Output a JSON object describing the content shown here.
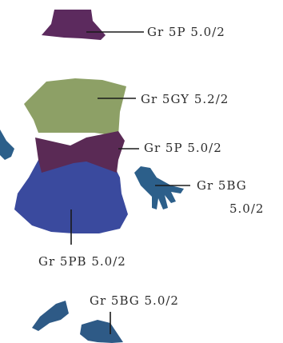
{
  "labels": {
    "hat": "Gr 5P 5.0/2",
    "top": "Gr 5GY 5.2/2",
    "bow": "Gr 5P 5.0/2",
    "glove_line1": "Gr 5BG",
    "glove_line2": "5.0/2",
    "skirt": "Gr 5PB 5.0/2",
    "shoes": "Gr 5BG 5.0/2"
  },
  "colors": {
    "hat": "#5c2a5e",
    "top": "#8da066",
    "bow": "#5a2a55",
    "skirt": "#3a4a9e",
    "glove": "#2c5f8a",
    "shoes": "#2e5a86",
    "leader": "#1a1a1a"
  }
}
